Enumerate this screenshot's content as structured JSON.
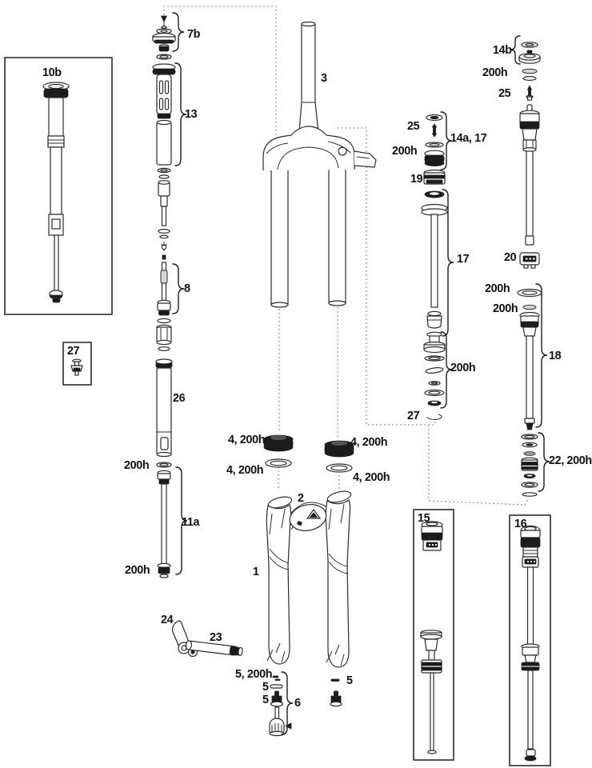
{
  "diagram": {
    "description": "Exploded suspension fork service diagram",
    "colors": {
      "background": "#ffffff",
      "line": "#2b2b2b",
      "dark_part": "#1c1c1c",
      "dotted": "#8a8a8a"
    },
    "callouts": [
      {
        "id": "box-10b",
        "text": "10b"
      },
      {
        "id": "7b",
        "text": "7b"
      },
      {
        "id": "13",
        "text": "13"
      },
      {
        "id": "8",
        "text": "8"
      },
      {
        "id": "box-27",
        "text": "27"
      },
      {
        "id": "26",
        "text": "26"
      },
      {
        "id": "200h-damper-top",
        "text": "200h"
      },
      {
        "id": "11a",
        "text": "11a"
      },
      {
        "id": "200h-damper-bottom",
        "text": "200h"
      },
      {
        "id": "3",
        "text": "3"
      },
      {
        "id": "4-200h-seal-left",
        "text": "4, 200h"
      },
      {
        "id": "4-200h-seal-right",
        "text": "4, 200h"
      },
      {
        "id": "4-200h-foam-left",
        "text": "4, 200h"
      },
      {
        "id": "4-200h-foam-right",
        "text": "4, 200h"
      },
      {
        "id": "2",
        "text": "2"
      },
      {
        "id": "1",
        "text": "1"
      },
      {
        "id": "24",
        "text": "24"
      },
      {
        "id": "23",
        "text": "23"
      },
      {
        "id": "5-200h",
        "text": "5, 200h"
      },
      {
        "id": "5-washer",
        "text": "5"
      },
      {
        "id": "5-bolt-left",
        "text": "5"
      },
      {
        "id": "6",
        "text": "6"
      },
      {
        "id": "5-bolt-right",
        "text": "5"
      },
      {
        "id": "25-mid",
        "text": "25"
      },
      {
        "id": "14a-17",
        "text": "14a, 17"
      },
      {
        "id": "200h-mid-top",
        "text": "200h"
      },
      {
        "id": "19",
        "text": "19"
      },
      {
        "id": "17",
        "text": "17"
      },
      {
        "id": "200h-shim-stack",
        "text": "200h"
      },
      {
        "id": "27-mid",
        "text": "27"
      },
      {
        "id": "14b",
        "text": "14b"
      },
      {
        "id": "200h-air-top",
        "text": "200h"
      },
      {
        "id": "25-air",
        "text": "25"
      },
      {
        "id": "20",
        "text": "20"
      },
      {
        "id": "200h-air-ring-big",
        "text": "200h"
      },
      {
        "id": "200h-air-ring-small",
        "text": "200h"
      },
      {
        "id": "18",
        "text": "18"
      },
      {
        "id": "22-200h",
        "text": "22, 200h"
      },
      {
        "id": "box-15",
        "text": "15"
      },
      {
        "id": "box-16",
        "text": "16"
      }
    ]
  }
}
